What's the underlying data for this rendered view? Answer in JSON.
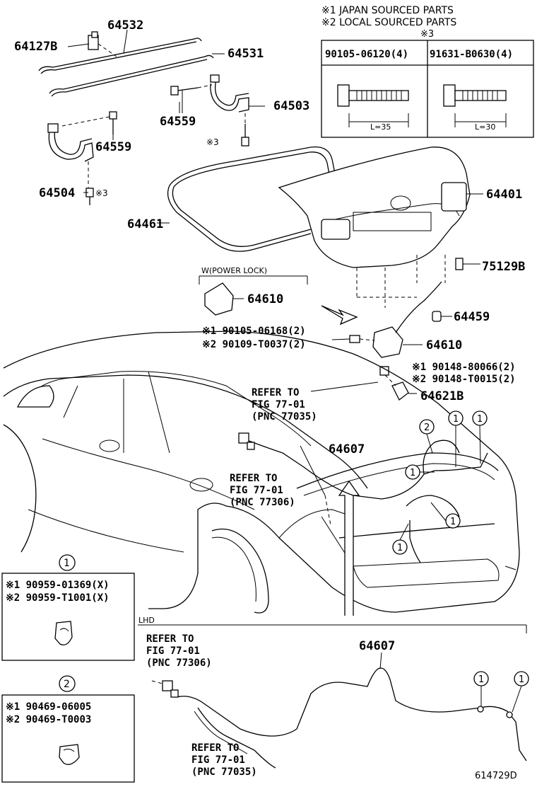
{
  "notes": {
    "japan": "※1 JAPAN SOURCED PARTS",
    "local": "※2 LOCAL SOURCED PARTS"
  },
  "fastener_table": {
    "header_mark": "※3",
    "col1_part": "90105-06120(4)",
    "col1_len": "L=35",
    "col2_part": "91631-B0630(4)",
    "col2_len": "L=30"
  },
  "parts": {
    "p64532": "64532",
    "p64127b": "64127B",
    "p64531": "64531",
    "p64559a": "64559",
    "p64503": "64503",
    "mark3a": "※3",
    "p64559b": "64559",
    "p64504": "64504",
    "mark3b": "※3",
    "p64401": "64401",
    "p64461": "64461",
    "p75129b": "75129B",
    "power_lock": "W(POWER LOCK)",
    "p64610a": "64610",
    "p64459": "64459",
    "p64610b": "64610",
    "bolt1": "※1 90105-06168(2)",
    "bolt2": "※2 90109-T0037(2)",
    "screw1": "※1 90148-80066(2)",
    "screw2": "※2 90148-T0015(2)",
    "p64621b": "64621B",
    "p64607a": "64607",
    "p64607b": "64607",
    "lhd": "LHD",
    "diagram_id": "614729D"
  },
  "refs": {
    "r1_l1": "REFER TO",
    "r1_l2": "FIG 77-01",
    "r1_l3": "(PNC 77035)",
    "r2_l1": "REFER TO",
    "r2_l2": "FIG 77-01",
    "r2_l3": "(PNC 77306)",
    "r3_l1": "REFER TO",
    "r3_l2": "FIG 77-01",
    "r3_l3": "(PNC 77306)",
    "r4_l1": "REFER TO",
    "r4_l2": "FIG 77-01",
    "r4_l3": "(PNC 77035)"
  },
  "clips": {
    "c1_num": "1",
    "c1_p1": "※1 90959-01369(X)",
    "c1_p2": "※2 90959-T1001(X)",
    "c2_num": "2",
    "c2_p1": "※1 90469-06005",
    "c2_p2": "※2 90469-T0003"
  },
  "callouts": {
    "one": "1",
    "two": "2"
  }
}
